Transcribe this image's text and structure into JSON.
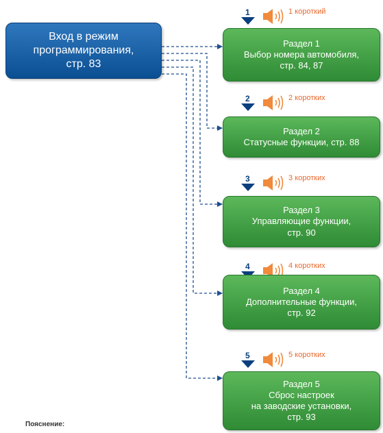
{
  "entry": {
    "line1": "Вход в режим",
    "line2": "программирования,",
    "line3": "стр. 83"
  },
  "sections": [
    {
      "signal_number": "1",
      "signal_text": "1 короткий",
      "lines": [
        "Раздел 1",
        "Выбор номера автомобиля,",
        "стр. 84, 87"
      ]
    },
    {
      "signal_number": "2",
      "signal_text": "2 коротких",
      "lines": [
        "Раздел 2",
        "Статусные функции, стр. 88"
      ]
    },
    {
      "signal_number": "3",
      "signal_text": "3 коротких",
      "lines": [
        "Раздел 3",
        "Управляющие функции,",
        "стр. 90"
      ]
    },
    {
      "signal_number": "4",
      "signal_text": "4 коротких",
      "lines": [
        "Раздел 4",
        "Дополнительные функции,",
        "стр. 92"
      ]
    },
    {
      "signal_number": "5",
      "signal_text": "5 коротких",
      "lines": [
        "Раздел 5",
        "Сброс настроек",
        "на заводские установки,",
        "стр. 93"
      ]
    }
  ],
  "footer_note": "Пояснение:",
  "colors": {
    "entry_box": "#1f62a8",
    "section_box": "#46a145",
    "connector": "#1f4f8f",
    "arrow": "#0b3f7e",
    "speaker": "#f08a3c",
    "signal_text": "#e8672d"
  },
  "icons": [
    "down-arrow-icon",
    "speaker-icon"
  ]
}
